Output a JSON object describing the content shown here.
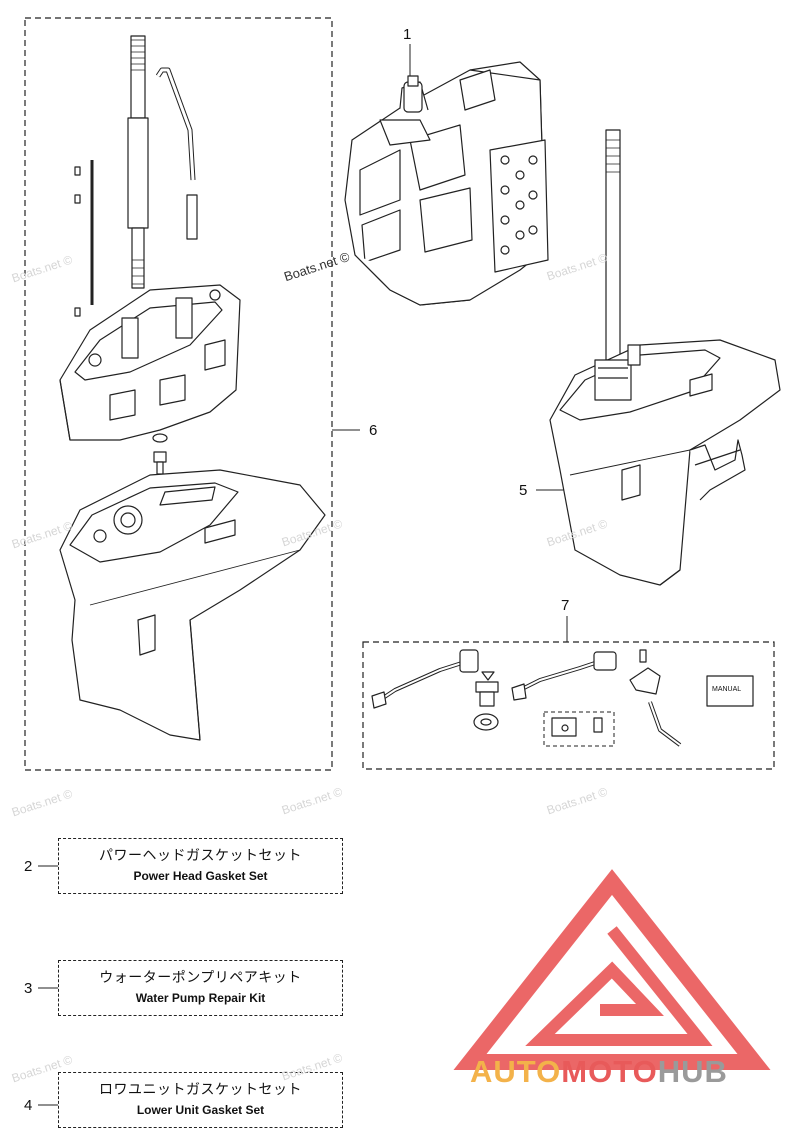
{
  "callouts": {
    "c1": "1",
    "c2": "2",
    "c3": "3",
    "c4": "4",
    "c5": "5",
    "c6": "6",
    "c7": "7"
  },
  "kits": [
    {
      "jp": "パワーヘッドガスケットセット",
      "en": "Power Head Gasket Set"
    },
    {
      "jp": "ウォーターポンプリペアキット",
      "en": "Water Pump Repair Kit"
    },
    {
      "jp": "ロワユニットガスケットセット",
      "en": "Lower Unit Gasket Set"
    }
  ],
  "manual_label": "MANUAL",
  "watermark": "Boats.net ©",
  "brand": {
    "part1": "AUTO",
    "part2": "MOTO",
    "part3": "HUB",
    "color1": "#f3b24a",
    "color2": "#e85a5a",
    "color3": "#9a9a9a",
    "logo_color": "#e84c4c"
  }
}
